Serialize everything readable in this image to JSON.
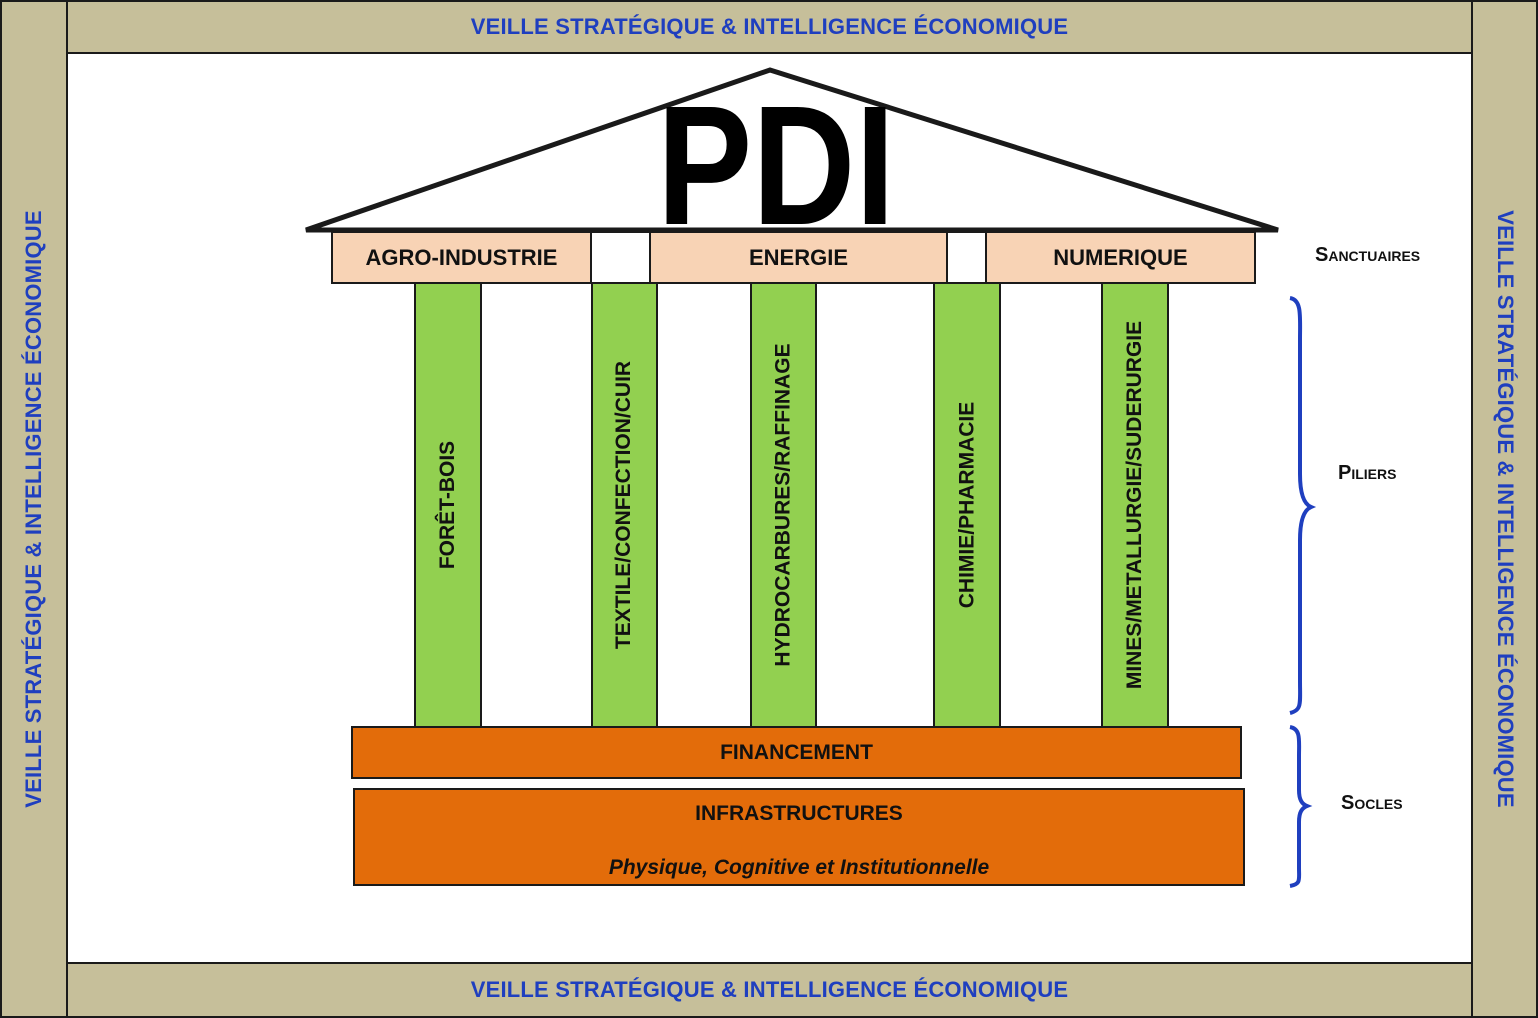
{
  "border_text": {
    "top": "VEILLE STRATÉGIQUE & INTELLIGENCE ÉCONOMIQUE",
    "bottom": "VEILLE STRATÉGIQUE & INTELLIGENCE ÉCONOMIQUE",
    "left": "VEILLE STRATÉGIQUE & INTELLIGENCE ÉCONOMIQUE",
    "right": "VEILLE STRATÉGIQUE & INTELLIGENCE ÉCONOMIQUE"
  },
  "roof": {
    "title": "PDI"
  },
  "sanctuaires": [
    "AGRO-INDUSTRIE",
    "ENERGIE",
    "NUMERIQUE"
  ],
  "piliers": [
    "FORÊT-BOIS",
    "TEXTILE/CONFECTION/CUIR",
    "HYDROCARBURES/RAFFINAGE",
    "CHIMIE/PHARMACIE",
    "MINES/METALLURGIE/SUDERURGIE"
  ],
  "socles": {
    "financement": "FINANCEMENT",
    "infrastructures": "INFRASTRUCTURES",
    "infrastructures_sub": "Physique, Cognitive et Institutionnelle"
  },
  "side_labels": {
    "sanctuaires": "Sanctuaires",
    "piliers": "Piliers",
    "socles": "Socles"
  },
  "colors": {
    "band": "#c6bf9a",
    "band_text": "#1f3fbf",
    "sanctuaire": "#f8d3b5",
    "pilier": "#92d050",
    "socle": "#e36c0a",
    "brace": "#1f3fbf"
  }
}
